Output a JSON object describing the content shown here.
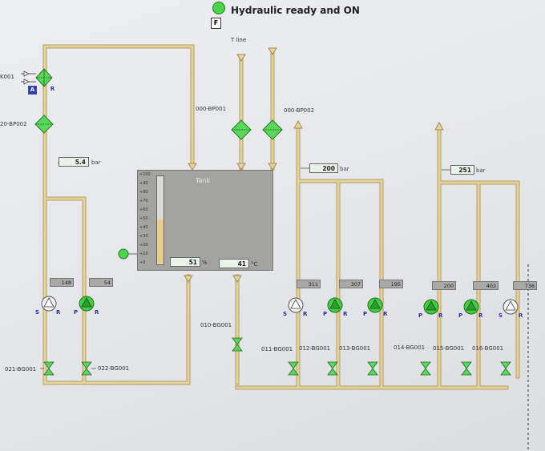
{
  "header": {
    "status_text": "Hydraulic ready and ON",
    "f_button": "F",
    "status_color": "#4bd44b"
  },
  "lines": {
    "t_line": "T line",
    "k001": "K001",
    "bp020": "20-BP002",
    "bp001": "000-BP001",
    "bp002": "000-BP002"
  },
  "labels": {
    "A": "A",
    "R": "R",
    "S": "S",
    "P": "P"
  },
  "pressures": {
    "p1": {
      "value": "5.4",
      "unit": "bar"
    },
    "p2": {
      "value": "200",
      "unit": "bar"
    },
    "p3": {
      "value": "251",
      "unit": "bar"
    }
  },
  "tank": {
    "title": "Tank",
    "level_value": "51",
    "level_unit": "%",
    "temp_value": "41",
    "temp_unit": "°C",
    "level_fraction": 0.51,
    "scale": [
      "+100",
      "+90",
      "+80",
      "+70",
      "+60",
      "+50",
      "+40",
      "+30",
      "+20",
      "+10",
      "+0"
    ]
  },
  "pumps": {
    "left": [
      {
        "counter": "148",
        "state": "stopped",
        "valve": "021-BG001"
      },
      {
        "counter": "54",
        "state": "running",
        "valve": "022-BG001"
      }
    ],
    "right": [
      {
        "counter": "311",
        "state": "stopped",
        "valve": "011-BG001"
      },
      {
        "counter": "307",
        "state": "running",
        "valve": "012-BG001"
      },
      {
        "counter": "195",
        "state": "running",
        "valve": "013-BG001"
      },
      {
        "counter": "200",
        "state": "running",
        "valve": "014-BG001"
      },
      {
        "counter": "402",
        "state": "running",
        "valve": "015-BG001"
      },
      {
        "counter": "736",
        "state": "stopped",
        "valve": "016-BG001"
      }
    ],
    "center_valve": "010-BG001"
  },
  "colors": {
    "pipe": "#d6c48a",
    "pipe_edge": "#b79f5c",
    "pump_green": "#3fcf3f",
    "valve_green": "#58d858",
    "stopped": "#f2f2f2"
  }
}
